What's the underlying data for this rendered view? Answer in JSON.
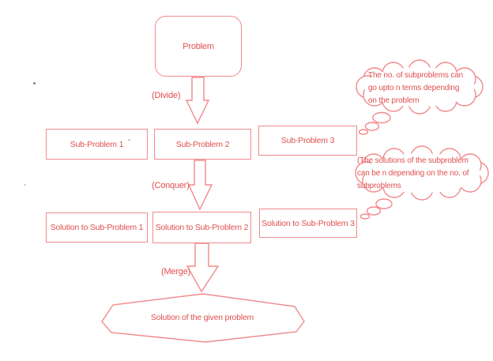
{
  "colors": {
    "line": "#f08a8c",
    "text": "#e14f4f",
    "background": "#ffffff"
  },
  "flow": {
    "problem": "Problem",
    "divide_label": "(Divide)",
    "conquer_label": "(Conquer)",
    "merge_label": "(Merge)",
    "subproblems": [
      "Sub-Problem 1",
      "Sub-Problem 2",
      "Sub-Problem 3"
    ],
    "solutions": [
      "Solution to Sub-Problem 1",
      "Solution to Sub-Problem 2",
      "Solution to Sub-Problem 3"
    ],
    "result": "Solution of the given problem"
  },
  "thought_bubbles": [
    {
      "lines": [
        "The no. of subproblems can",
        "go upto n terms depending",
        "on the problem"
      ]
    },
    {
      "lines": [
        "(The solutions of the subproblem",
        "can be n depending on the no. of",
        "subproblems"
      ]
    }
  ]
}
